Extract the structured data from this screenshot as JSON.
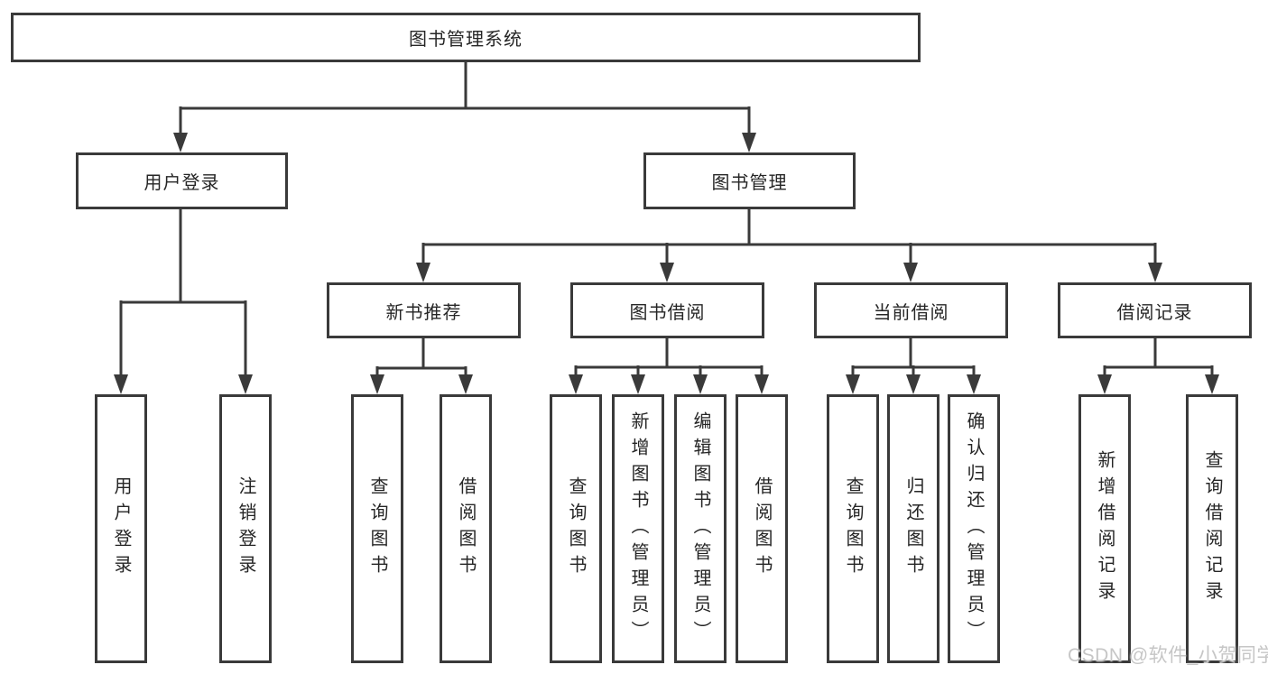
{
  "diagram": {
    "root": {
      "label": "图书管理系统"
    },
    "level1": [
      {
        "label": "用户登录"
      },
      {
        "label": "图书管理"
      }
    ],
    "level2": [
      {
        "label": "新书推荐"
      },
      {
        "label": "图书借阅"
      },
      {
        "label": "当前借阅"
      },
      {
        "label": "借阅记录"
      }
    ],
    "leaves": {
      "user_login": [
        "用户登录",
        "注销登录"
      ],
      "new_books": [
        "查询图书",
        "借阅图书"
      ],
      "book_borrow": [
        "查询图书",
        "新增图书（管理员）",
        "编辑图书（管理员）",
        "借阅图书"
      ],
      "current_borrow": [
        "查询图书",
        "归还图书",
        "确认归还（管理员）"
      ],
      "borrow_records": [
        "新增借阅记录",
        "查询借阅记录"
      ]
    },
    "colors": {
      "line": "#3a3a3a",
      "box_border": "#3a3a3a",
      "box_fill": "#ffffff",
      "text": "#262626",
      "watermark": "#c6c6c6"
    }
  },
  "watermark": {
    "text": "CSDN @软件_小贺同学"
  }
}
